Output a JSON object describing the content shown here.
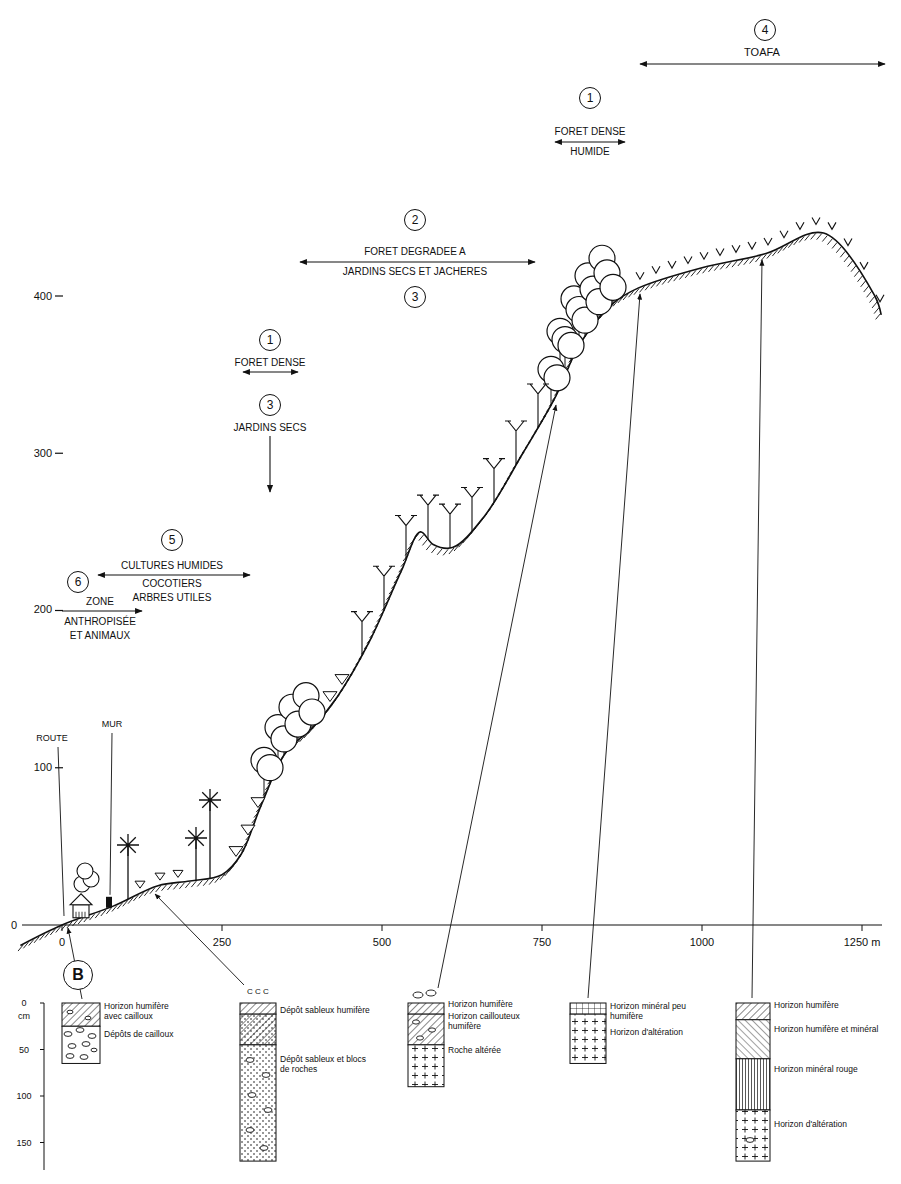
{
  "diagram": {
    "nodes": [
      {
        "text": [
          "4"
        ]
      },
      {
        "text": [
          "1"
        ]
      },
      {
        "text": [
          "2"
        ]
      },
      {
        "text": [
          "3"
        ]
      },
      {
        "text": [
          "1"
        ]
      },
      {
        "text": [
          "3"
        ]
      },
      {
        "text": [
          "5"
        ]
      },
      {
        "text": [
          "6"
        ]
      },
      {
        "text": [
          "B"
        ]
      }
    ],
    "labels": [
      "TOAFA",
      "FORET DENSE",
      "HUMIDE",
      "FORET DEGRADEE A",
      "JARDINS SECS ET JACHERES",
      "400",
      "FORET DENSE",
      "JARDINS SECS",
      "300",
      "CULTURES HUMIDES",
      "COCOTIERS",
      "ARBRES UTILES",
      "ZONE",
      "200",
      "ANTHROPISÉE",
      "ET ANIMAUX",
      "100",
      "ROUTE",
      "MUR",
      "0",
      "0",
      "250",
      "500",
      "750",
      "1000",
      "1250 m",
      "0",
      "cm",
      "50",
      "100",
      "150",
      "Horizon humifère avec cailloux",
      "Dépôts de cailloux",
      "C C C",
      "Dépôt sableux humifère",
      "Dépôt sableux et blocs de roches",
      "Horizon humifère",
      "Horizon caillouteux humifère",
      "Roche altérée",
      "Horizon minéral peu humifère",
      "Horizon d'altération",
      "Horizon humifère",
      "Horizon humifère et minéral",
      "Horizon minéral rouge",
      "Horizon d'altération"
    ]
  }
}
